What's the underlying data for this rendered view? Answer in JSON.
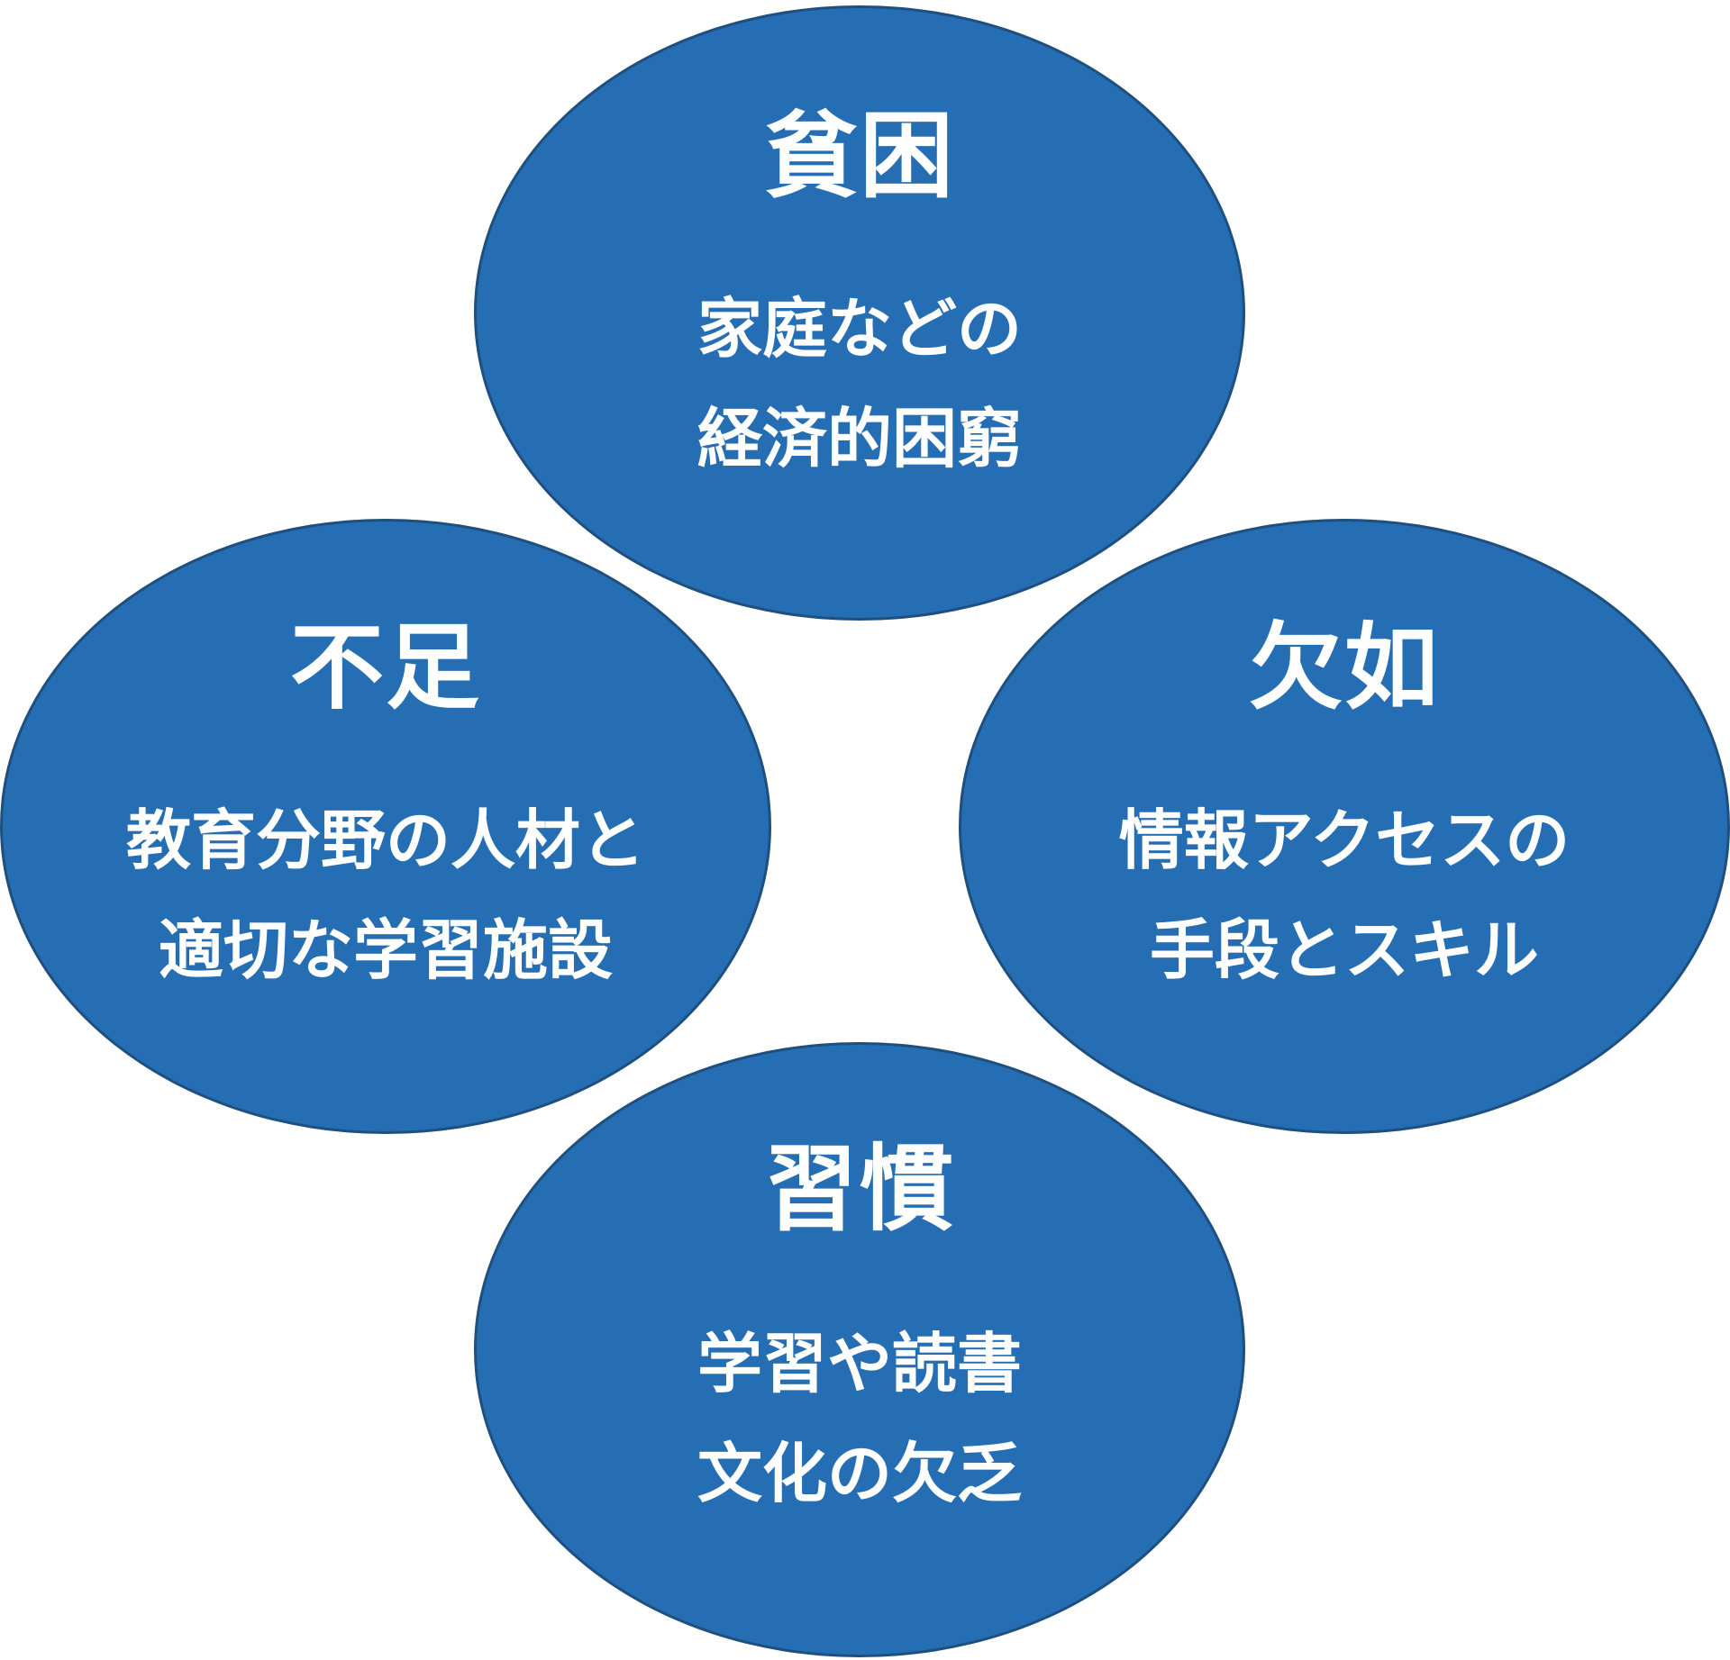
{
  "colors": {
    "bubble_fill": "#256eb4",
    "bubble_border": "#1e4f7e",
    "text": "#ffffff"
  },
  "bubbles": {
    "top": {
      "title": "貧困",
      "lines": [
        "家庭などの",
        "経済的困窮"
      ]
    },
    "left": {
      "title": "不足",
      "lines": [
        "教育分野の人材と",
        "適切な学習施設"
      ]
    },
    "right": {
      "title": "欠如",
      "lines": [
        "情報アクセスの",
        "手段とスキル"
      ]
    },
    "bottom": {
      "title": "習慣",
      "lines": [
        "学習や読書",
        "文化の欠乏"
      ]
    }
  }
}
